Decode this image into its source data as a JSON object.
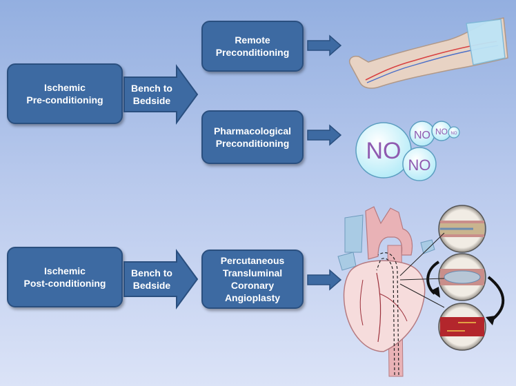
{
  "boxes": {
    "ischemic_pre": "Ischemic\nPre-conditioning",
    "remote": "Remote\nPreconditioning",
    "pharmacological": "Pharmacological\nPreconditioning",
    "ischemic_post": "Ischemic\nPost-conditioning",
    "pci": "Percutaneous\nTransluminal\nCoronary\nAngioplasty"
  },
  "arrows": {
    "bench_top": "Bench to\nBedside",
    "bench_bottom": "Bench to\nBedside"
  },
  "bubbles": [
    "NO",
    "NO",
    "NO",
    "NO",
    "NO"
  ],
  "colors": {
    "box_fill": "#3d6aa2",
    "box_border": "#2a4f7f",
    "background_top": "#93afe0",
    "background_bottom": "#dbe3f7"
  },
  "icons": {
    "leg": "leg-with-cuff-icon",
    "heart": "heart-with-catheter-icon",
    "balloon": "balloon-angioplasty-steps-icon"
  }
}
